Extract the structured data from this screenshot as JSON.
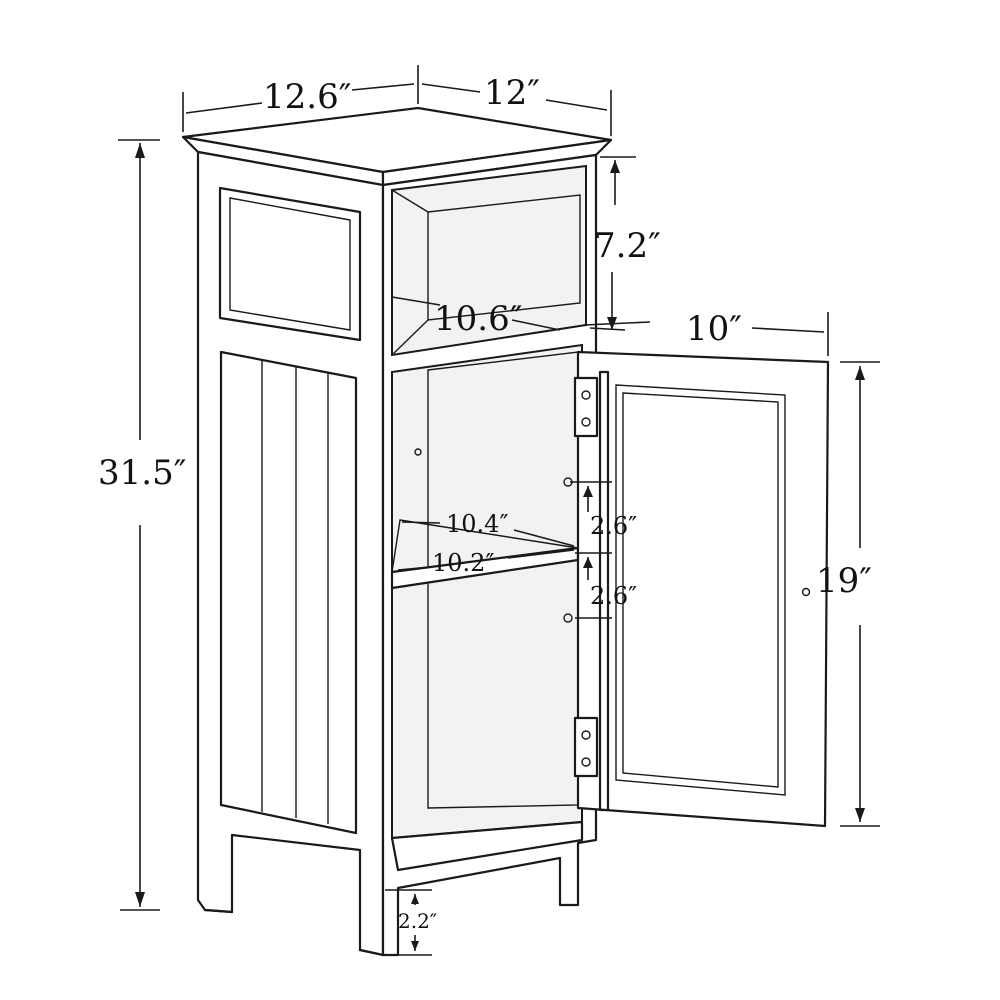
{
  "dimensions": {
    "width": "12.6″",
    "depth": "12″",
    "total_height": "31.5″",
    "open_shelf_height": "7.2″",
    "open_shelf_width": "10.6″",
    "door_width": "10″",
    "door_height": "19″",
    "shelf_depth": "10.4″",
    "shelf_width": "10.2″",
    "shelf_adjust_upper": "2.6″",
    "shelf_adjust_lower": "2.6″",
    "leg_height": "2.2″"
  }
}
